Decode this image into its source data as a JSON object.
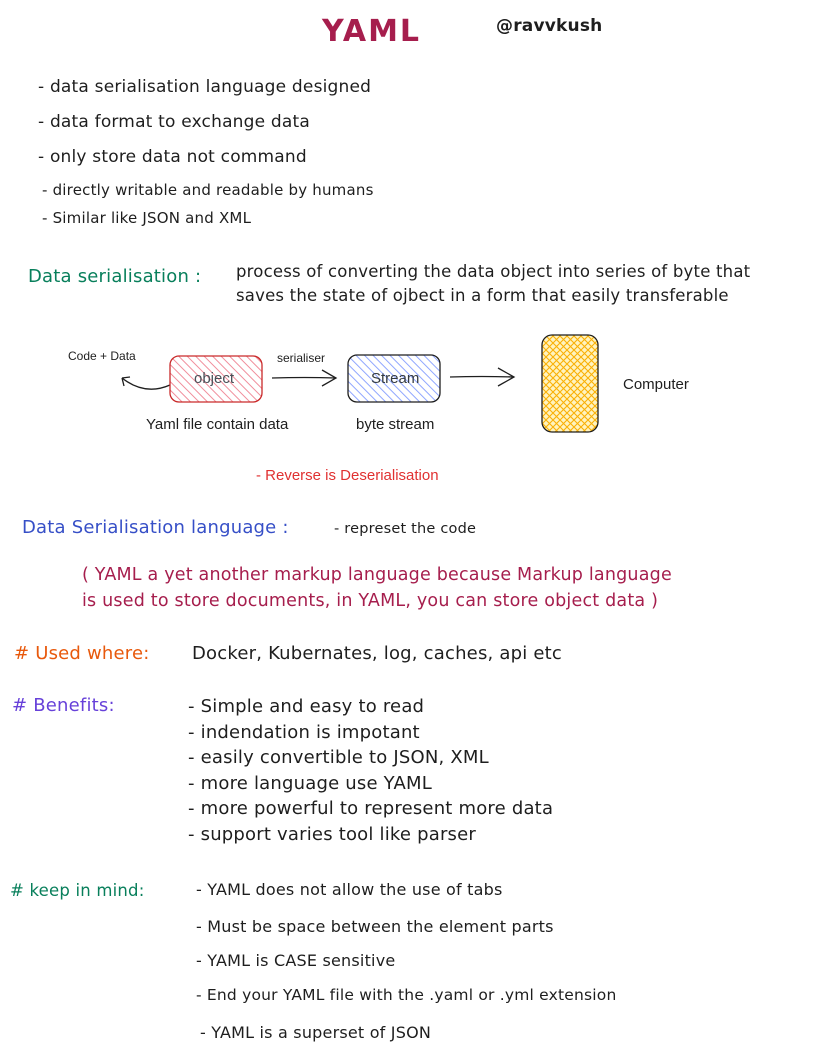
{
  "header": {
    "title": "YAML",
    "handle": "@ravvkush"
  },
  "intro_bullets": [
    "- data serialisation language designed",
    "- data format to exchange data",
    "- only store data not command",
    "- directly writable and readable by humans",
    "- Similar like JSON and XML"
  ],
  "data_serialisation": {
    "label": "Data serialisation :",
    "definition_line1": "process of converting the data object into series of byte that",
    "definition_line2": "saves the state of ojbect in a form that easily transferable"
  },
  "diagram": {
    "code_data_label": "Code + Data",
    "object_label": "object",
    "serialiser_label": "serialiser",
    "stream_label": "Stream",
    "computer_label": "Computer",
    "yaml_file_caption": "Yaml file contain data",
    "byte_stream_caption": "byte stream",
    "reverse_note": "- Reverse is Deserialisation",
    "colors": {
      "object_fill": "#f4b6bf",
      "object_stroke": "#c92a2a",
      "stream_fill": "#a5b4fc",
      "stream_stroke": "#1e1e1e",
      "computer_fill": "#ffd43b",
      "computer_stroke": "#1e1e1e"
    }
  },
  "serialisation_language": {
    "label": "Data Serialisation language :",
    "note": "- represet the code",
    "paren_line1": "( YAML a yet another markup language because Markup language",
    "paren_line2": "is used to store documents, in YAML, you can store object data )"
  },
  "used_where": {
    "label": "# Used where:",
    "value": "Docker, Kubernates, log, caches, api etc"
  },
  "benefits": {
    "label": "# Benefits:",
    "items": [
      "- Simple and easy to read",
      "- indendation is impotant",
      "- easily convertible to JSON, XML",
      "- more language use YAML",
      "- more powerful to represent more data",
      "- support varies tool like parser"
    ]
  },
  "keep_in_mind": {
    "label": "# keep in mind:",
    "items": [
      "- YAML does not allow the use of tabs",
      "- Must be space between the element parts",
      "- YAML is CASE sensitive",
      "- End your YAML file with the .yaml or .yml extension",
      "- YAML is a superset of JSON"
    ]
  },
  "theme": {
    "green": "#087f5b",
    "blue": "#364fc7",
    "crimson": "#a61e4d",
    "orange": "#e8590c",
    "purple": "#6741d9",
    "red": "#e03131"
  }
}
